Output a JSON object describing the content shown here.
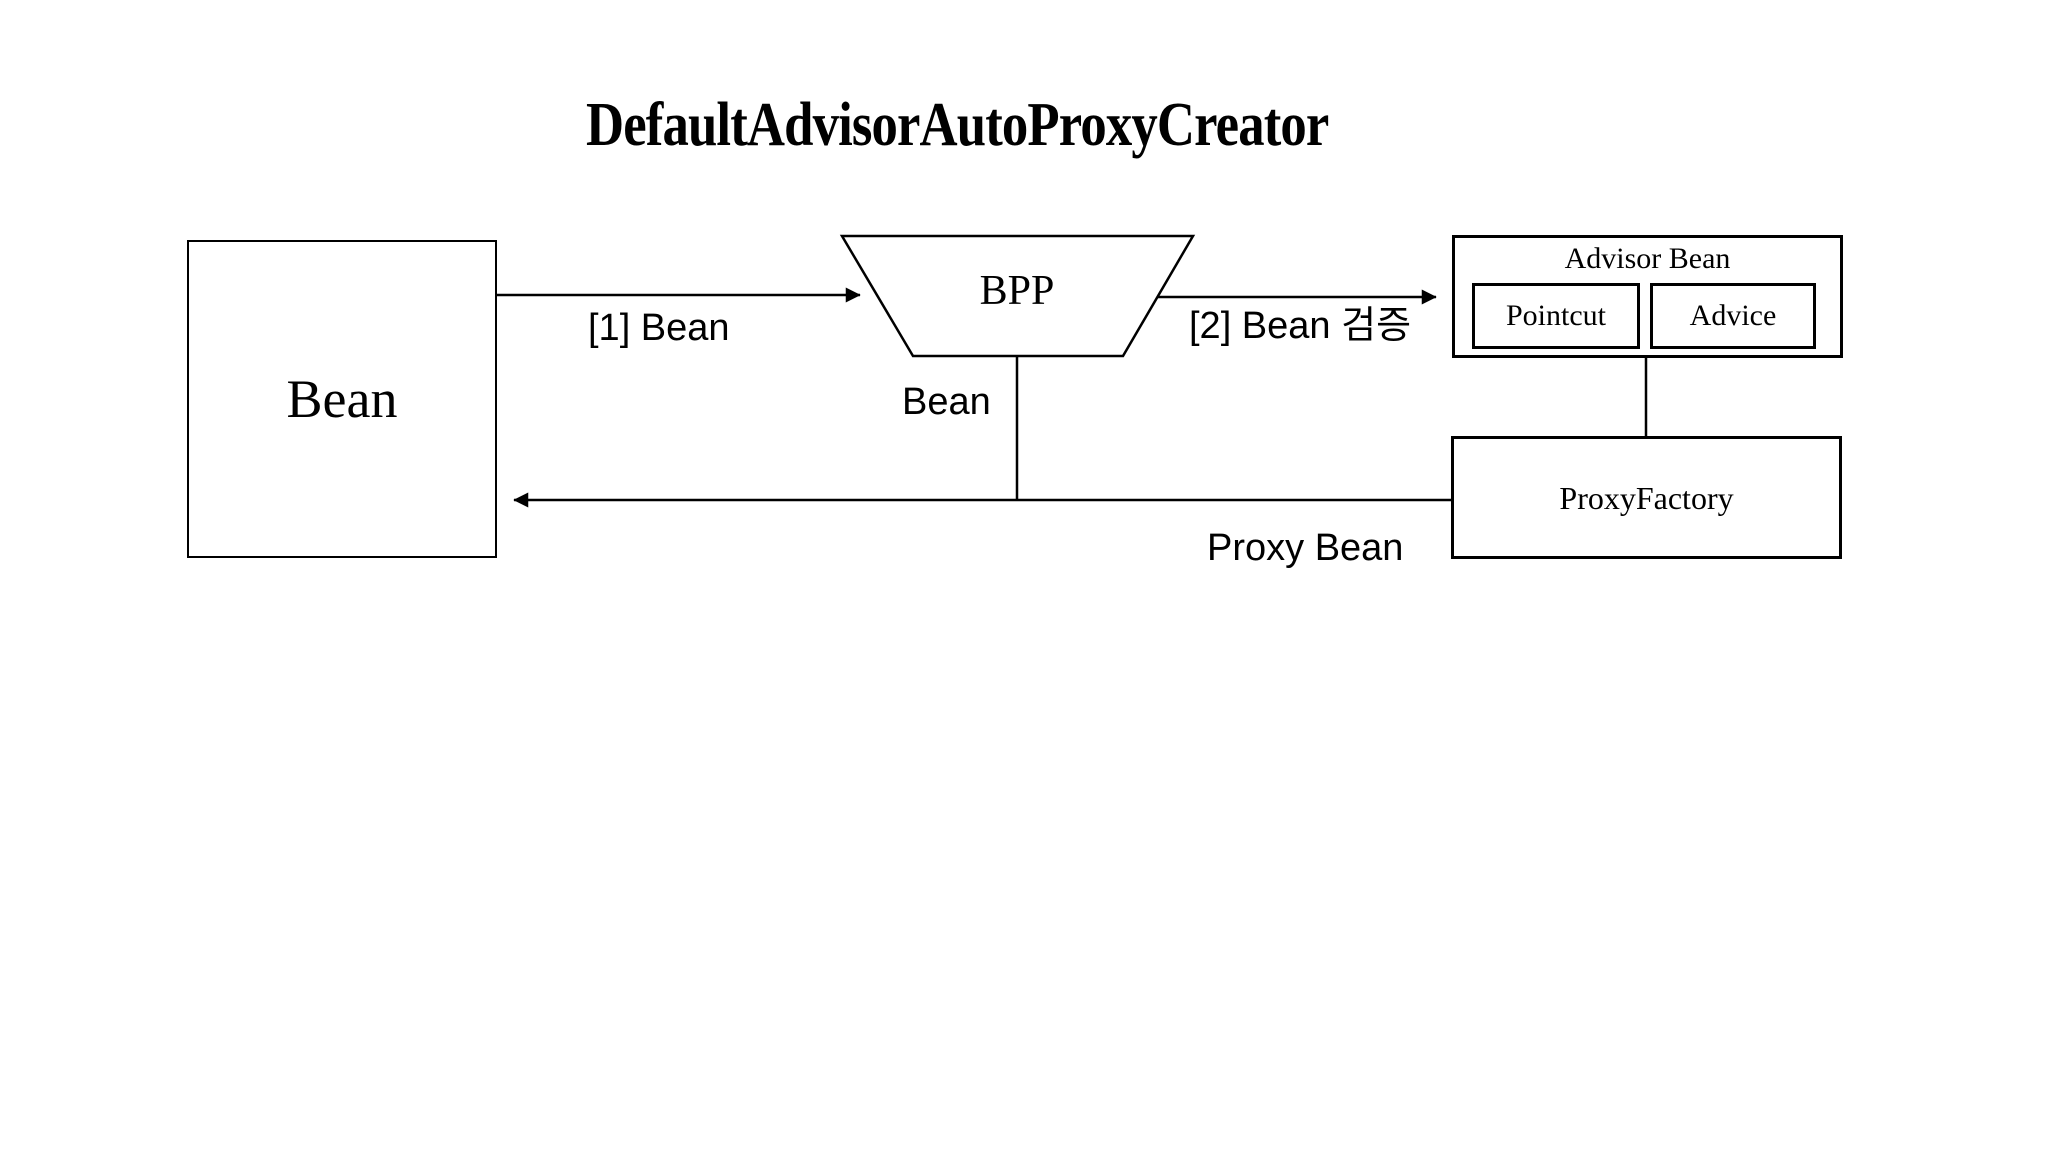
{
  "title": "DefaultAdvisorAutoProxyCreator",
  "nodes": {
    "bean": {
      "label": "Bean"
    },
    "bpp": {
      "label": "BPP"
    },
    "advisor_bean": {
      "label": "Advisor Bean",
      "pointcut_label": "Pointcut",
      "advice_label": "Advice"
    },
    "proxy_factory": {
      "label": "ProxyFactory"
    }
  },
  "edge_labels": {
    "bean_to_bpp": "[1] Bean",
    "bpp_to_advisor": "[2] Bean 검증",
    "bpp_output": "Bean",
    "proxy_to_bean": "Proxy Bean"
  },
  "colors": {
    "line": "#000000",
    "text": "#000000",
    "background": "#ffffff"
  }
}
